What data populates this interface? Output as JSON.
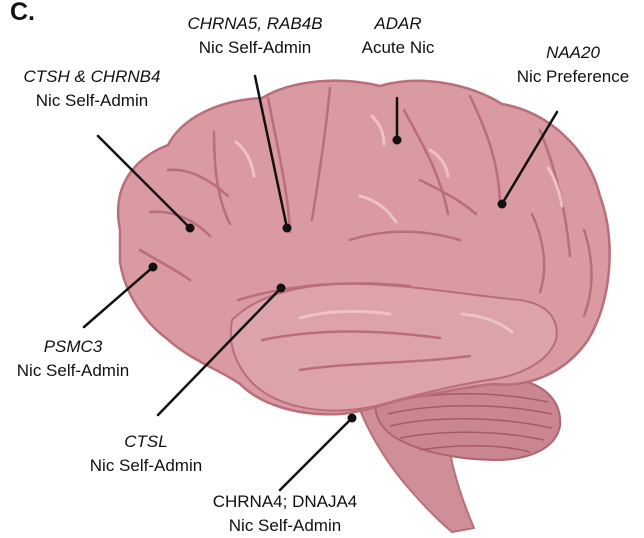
{
  "panel_letter": "C.",
  "labels": [
    {
      "id": "chrna5",
      "gene": "CHRNA5, RAB4B",
      "phenotype": "Nic Self-Admin"
    },
    {
      "id": "adar",
      "gene": "ADAR",
      "phenotype": "Acute Nic"
    },
    {
      "id": "naa20",
      "gene": "NAA20",
      "phenotype": "Nic Preference"
    },
    {
      "id": "ctsh",
      "gene": "CTSH & CHRNB4",
      "phenotype": "Nic Self-Admin"
    },
    {
      "id": "psmc3",
      "gene": "PSMC3",
      "phenotype": "Nic Self-Admin"
    },
    {
      "id": "ctsl",
      "gene": "CTSL",
      "phenotype": "Nic Self-Admin"
    },
    {
      "id": "chrna4",
      "gene": "CHRNA4; DNAJA4",
      "phenotype": "Nic Self-Admin"
    }
  ],
  "colors": {
    "brain_fill": "#D99AA2",
    "brain_light": "#E8B4BA",
    "brain_outline": "#B96E79",
    "temporal": "#DCA3AA",
    "cerebellum": "#C98690",
    "leader_line": "#111111"
  }
}
